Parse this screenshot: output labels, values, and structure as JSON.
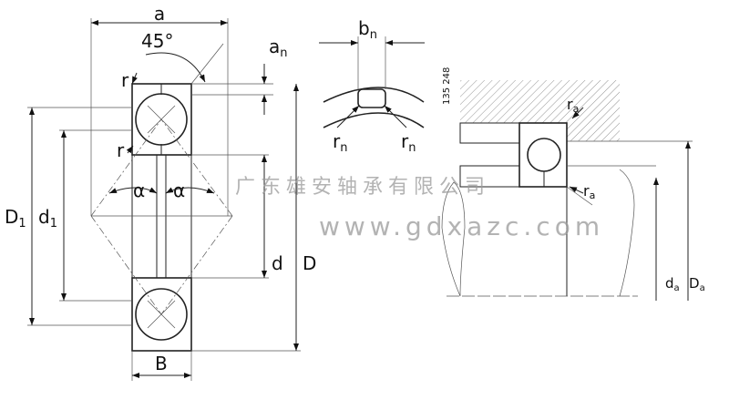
{
  "drawing_id": "135 248",
  "left_view": {
    "a": "a",
    "angle": "45°",
    "a_n": {
      "main": "a",
      "sub": "n"
    },
    "r_top": "r",
    "r_mid": "r",
    "alpha_left": "α",
    "alpha_right": "α",
    "D1": {
      "main": "D",
      "sub": "1"
    },
    "d1": {
      "main": "d",
      "sub": "1"
    },
    "d": "d",
    "D": "D",
    "B": "B"
  },
  "detail_view": {
    "b_n": {
      "main": "b",
      "sub": "n"
    },
    "r_n_left": {
      "main": "r",
      "sub": "n"
    },
    "r_n_right": {
      "main": "r",
      "sub": "n"
    }
  },
  "mounting_view": {
    "r_a_top": {
      "main": "r",
      "sub": "a"
    },
    "r_a_bottom": {
      "main": "r",
      "sub": "a"
    },
    "d_a": {
      "main": "d",
      "sub": "a"
    },
    "D_a": {
      "main": "D",
      "sub": "a"
    }
  },
  "watermark": {
    "company": "广东雄安轴承有限公司",
    "url": "www.gdxazc.com"
  }
}
